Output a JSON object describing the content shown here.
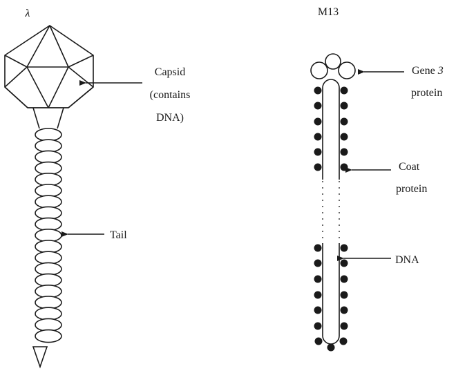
{
  "lambda": {
    "title": "λ",
    "capsid_label_line1": "Capsid",
    "capsid_label_line2": "(contains",
    "capsid_label_line3": "DNA)",
    "tail_label": "Tail"
  },
  "m13": {
    "title": "M13",
    "gene3_label_line1": "Gene 3",
    "gene3_label_line2": "protein",
    "coat_label_line1": "Coat",
    "coat_label_line2": "protein",
    "dna_label": "DNA"
  }
}
